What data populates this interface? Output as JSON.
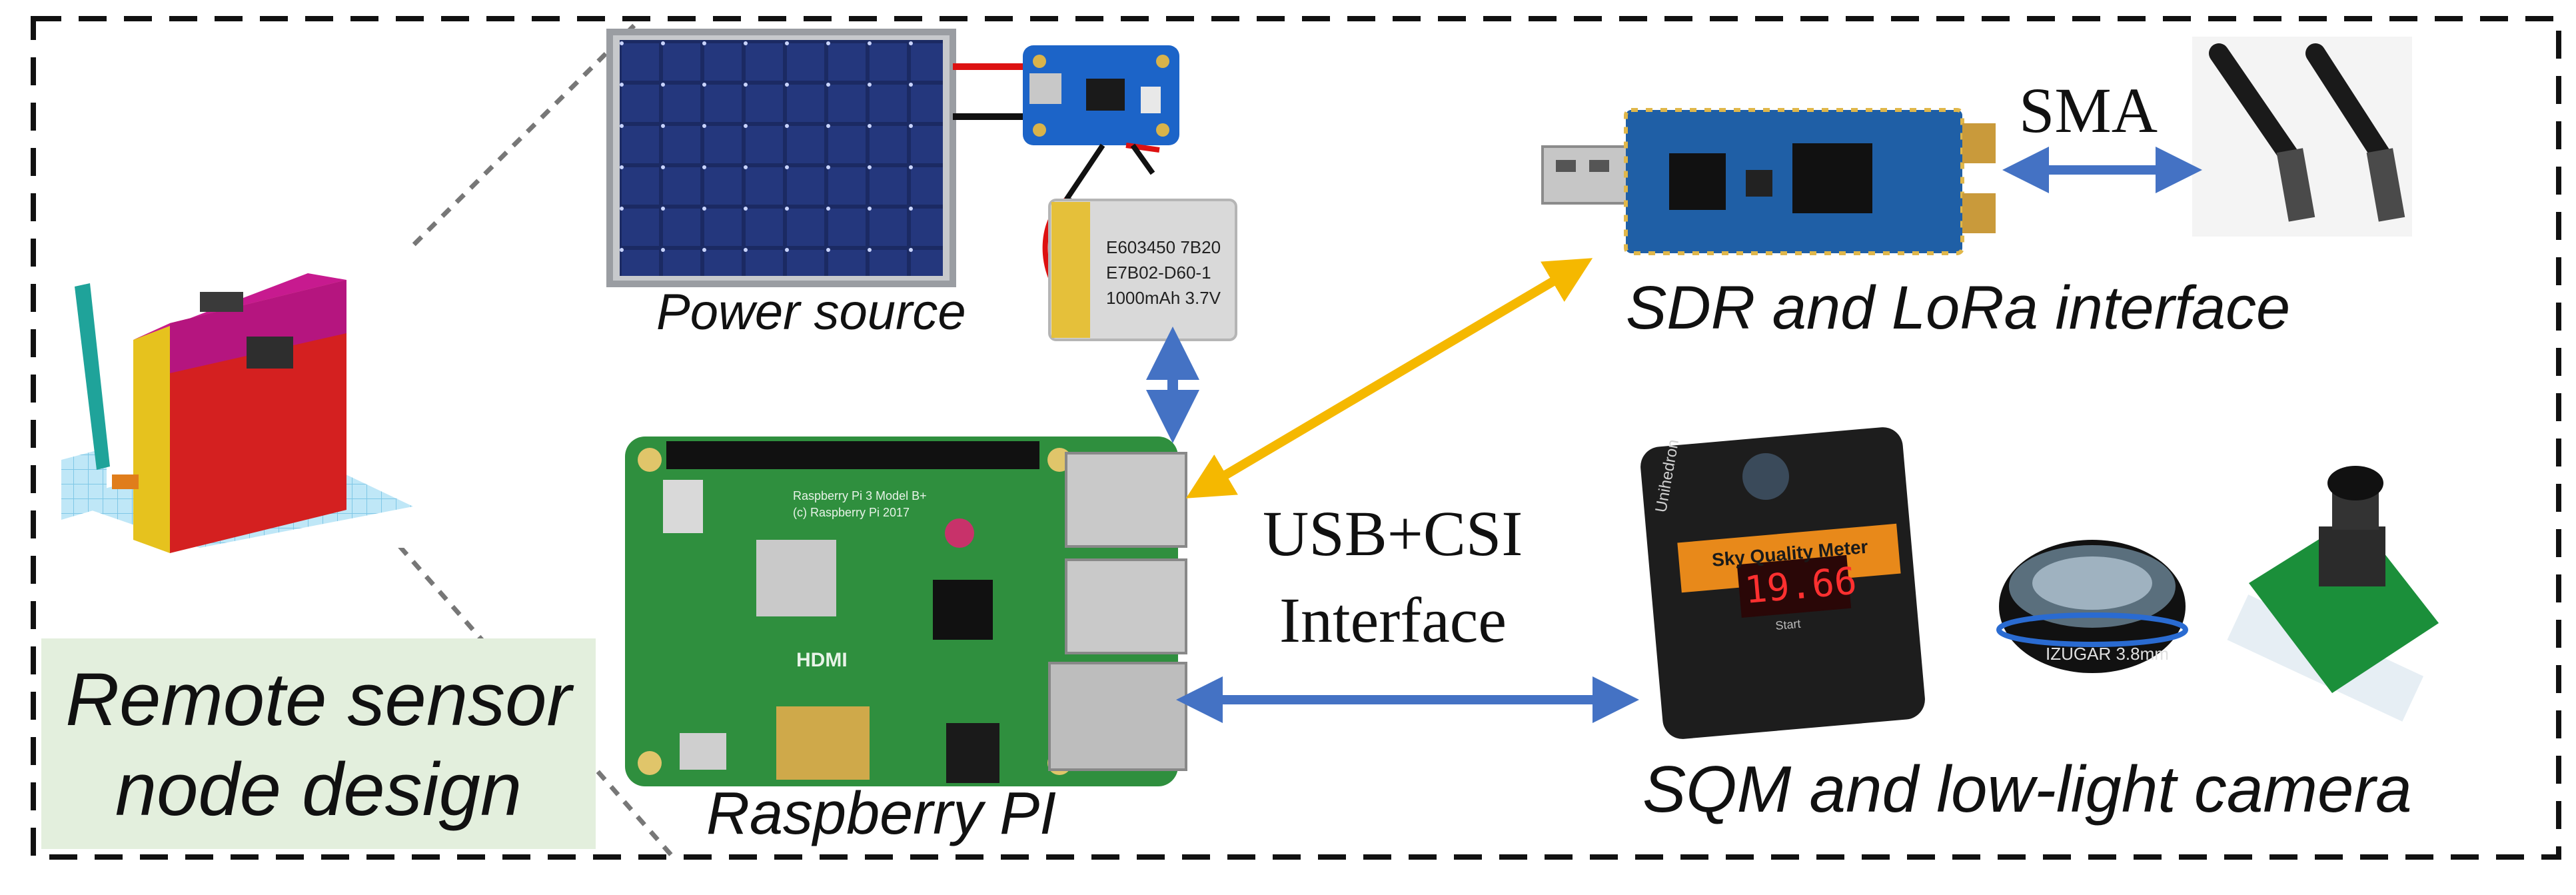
{
  "labels": {
    "power_source": "Power source",
    "battery_line_1": "E603450 7B20",
    "battery_line_2": "E7B02-D60-1",
    "battery_line_3": "1000mAh 3.7V",
    "sdr_lora": "SDR and LoRa interface",
    "sma": "SMA",
    "usb_csi_line_1": "USB+CSI",
    "usb_csi_line_2": "Interface",
    "raspberry_pi": "Raspberry PI",
    "sqm_camera": "SQM and low-light camera",
    "caption_line_1": "Remote sensor",
    "caption_line_2": "node design",
    "sqm_brand": "Unihedron",
    "sqm_title": "Sky Quality Meter",
    "sqm_reading": "19.66",
    "sqm_button": "Start",
    "lens_text": "IZUGAR 3.8mm",
    "pi_silkscreen": "Raspberry Pi 3 Model B+",
    "pi_year": "(c) Raspberry Pi 2017",
    "pi_hdmi": "HDMI"
  },
  "colors": {
    "arrow_blue": "#4472c4",
    "arrow_yellow": "#f5b800",
    "caption_bg": "#e3efdd",
    "border": "#111111",
    "pcb_green": "#2f8f3e",
    "sdr_blue": "#1f5fa6"
  }
}
